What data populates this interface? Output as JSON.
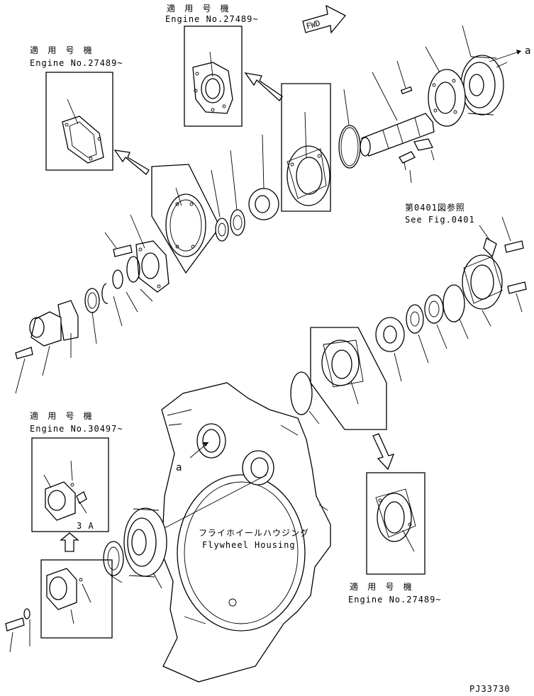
{
  "labels": {
    "tekiyo_gouki": "適 用 号 機",
    "engine_27489_top": "Engine No.27489~",
    "engine_27489_left": "Engine No.27489~",
    "engine_30497": "Engine No.30497~",
    "engine_27489_bottom": "Engine No.27489~",
    "see_fig_jp": "第0401図参照",
    "see_fig_en": "See Fig.0401",
    "fwd": "FWD",
    "ref_a_top": "a",
    "ref_a_housing": "a",
    "part_3a": "3 A",
    "housing_jp": "フライホイールハウジング",
    "housing_en": "Flywheel Housing",
    "drawing_code": "PJ33730"
  },
  "icons": [
    "fwd-arrow-icon",
    "direction-arrow-icon"
  ]
}
